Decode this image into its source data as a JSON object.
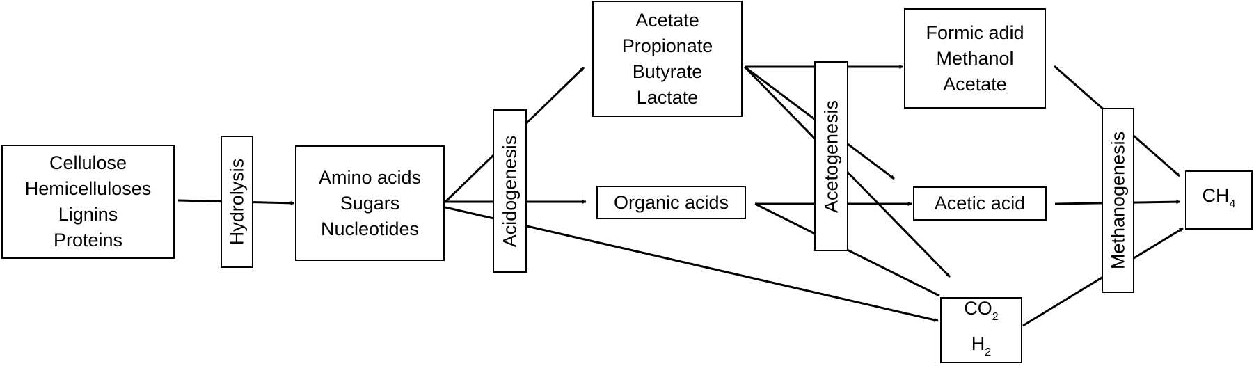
{
  "substrates": {
    "items": [
      "Cellulose",
      "Hemicelluloses",
      "Lignins",
      "Proteins"
    ]
  },
  "monomers": {
    "items": [
      "Amino acids",
      "Sugars",
      "Nucleotides"
    ]
  },
  "vfa": {
    "items": [
      "Acetate",
      "Propionate",
      "Butyrate",
      "Lactate"
    ]
  },
  "organic_acids": {
    "label": "Organic acids"
  },
  "c1": {
    "items": [
      "Formic adid",
      "Methanol",
      "Acetate"
    ]
  },
  "acetic_acid": {
    "label": "Acetic acid"
  },
  "co2h2": {
    "co2_base": "CO",
    "co2_sub": "2",
    "h2_base": "H",
    "h2_sub": "2"
  },
  "methane": {
    "base": "CH",
    "sub": "4"
  },
  "stages": {
    "hydrolysis": "Hydrolysis",
    "acidogenesis": "Acidogenesis",
    "acetogenesis": "Acetogenesis",
    "methanogenesis": "Methanogenesis"
  }
}
